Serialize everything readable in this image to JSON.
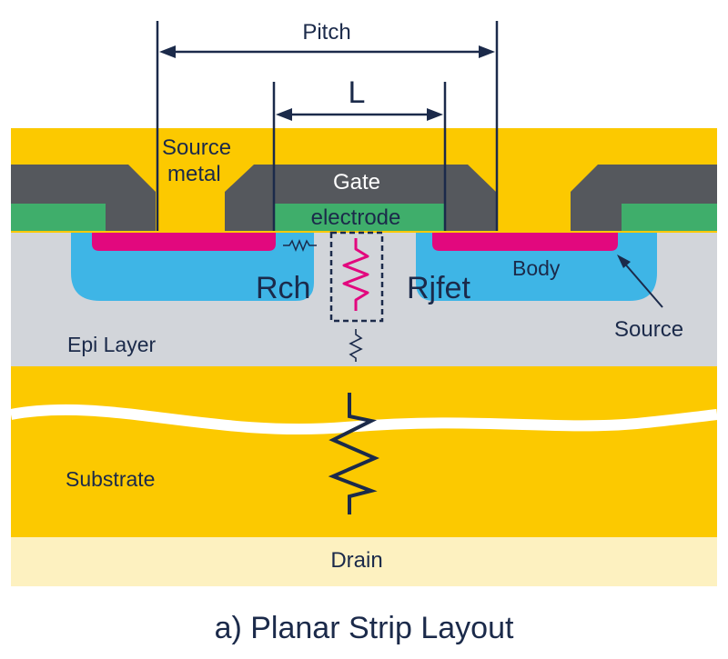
{
  "labels": {
    "pitch": "Pitch",
    "l": "L",
    "source_metal_line1": "Source",
    "source_metal_line2": "metal",
    "gate": "Gate",
    "electrode": "electrode",
    "rch": "Rch",
    "rjfet": "Rjfet",
    "body": "Body",
    "source": "Source",
    "epi_layer": "Epi Layer",
    "substrate": "Substrate",
    "drain": "Drain"
  },
  "caption": "a) Planar Strip Layout",
  "colors": {
    "metal": "#fcc900",
    "gate_oxide": "#55585d",
    "gate_electrode": "#3fae6b",
    "source_n": "#e2087e",
    "body_p": "#3eb5e6",
    "epi": "#d2d5da",
    "drain": "#fdf1c0",
    "ink": "#1b2a4a"
  }
}
